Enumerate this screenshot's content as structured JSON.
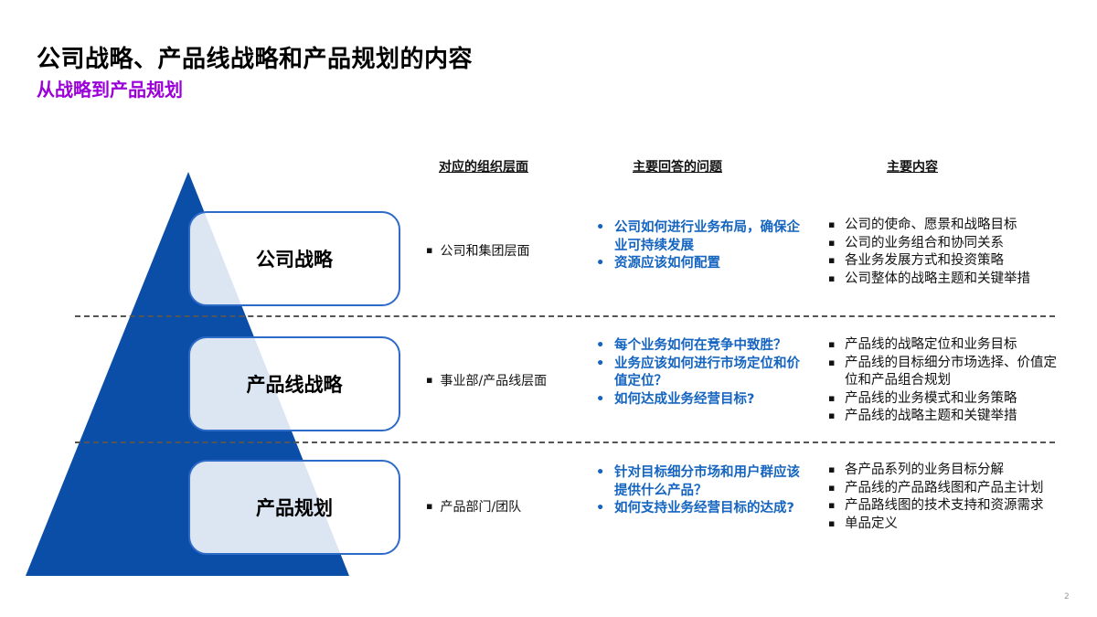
{
  "title": "公司战略、产品线战略和产品规划的内容",
  "subtitle": "从战略到产品规划",
  "headers": {
    "org_level": "对应的组织层面",
    "questions": "主要回答的问题",
    "content": "主要内容"
  },
  "bullet": "▪",
  "q_bullet": "•",
  "levels": [
    {
      "label": "公司战略",
      "org": "公司和集团层面",
      "questions": [
        "公司如何进行业务布局，确保企业可持续发展",
        "资源应该如何配置"
      ],
      "content": [
        "公司的使命、愿景和战略目标",
        "公司的业务组合和协同关系",
        "各业务发展方式和投资策略",
        "公司整体的战略主题和关键举措"
      ]
    },
    {
      "label": "产品线战略",
      "org": "事业部/产品线层面",
      "questions": [
        "每个业务如何在竞争中致胜？",
        "业务应该如何进行市场定位和价值定位？",
        "如何达成业务经营目标?"
      ],
      "content": [
        "产品线的战略定位和业务目标",
        "产品线的目标细分市场选择、价值定位和产品组合规划",
        "产品线的业务模式和业务策略",
        "产品线的战略主题和关键举措"
      ]
    },
    {
      "label": "产品规划",
      "org": "产品部门/团队",
      "questions": [
        "针对目标细分市场和用户群应该提供什么产品？",
        "如何支持业务经营目标的达成?"
      ],
      "content": [
        "各产品系列的业务目标分解",
        "产品线的产品路线图和产品主计划",
        "产品路线图的技术支持和资源需求",
        "单品定义"
      ]
    }
  ],
  "page_number": "2",
  "colors": {
    "pyramid": "#0a4ea8",
    "box_border": "#2e6bc9",
    "question_text": "#1565c0",
    "subtitle": "#9b00d9"
  }
}
